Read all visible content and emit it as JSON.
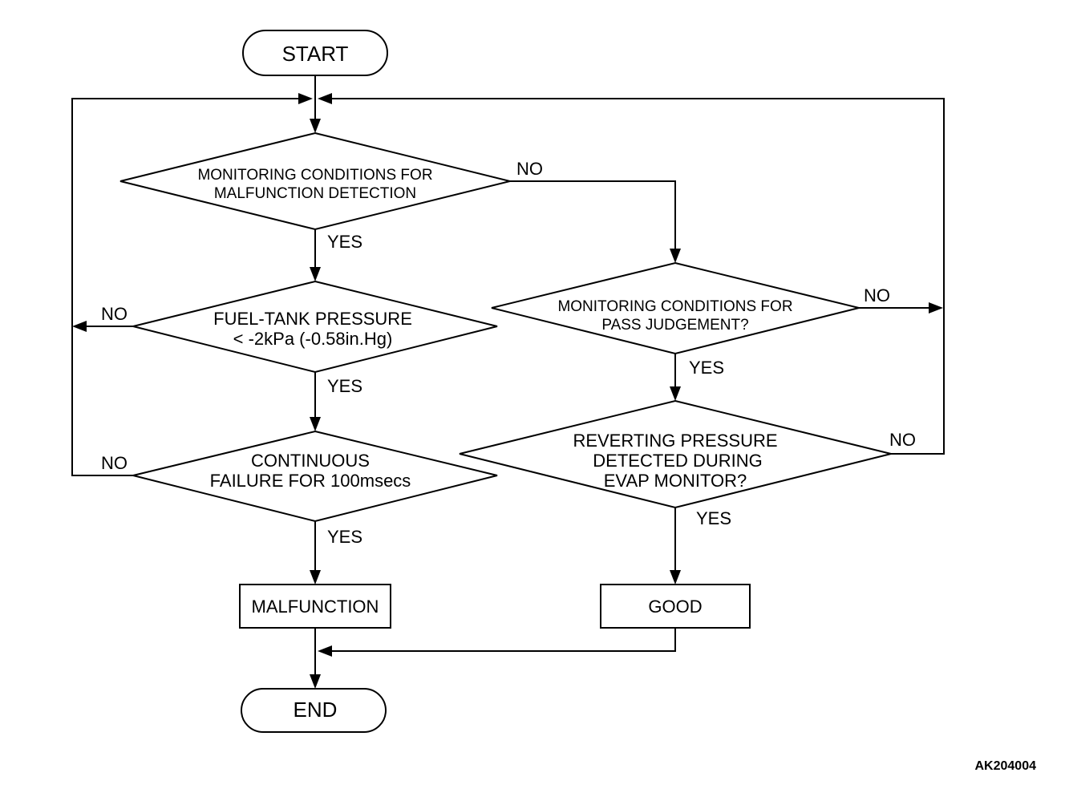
{
  "nodes": {
    "start": "START",
    "end": "END",
    "malfunction_detection": [
      "MONITORING CONDITIONS FOR",
      "MALFUNCTION DETECTION"
    ],
    "fuel_tank_pressure": [
      "FUEL-TANK PRESSURE",
      "< -2kPa (-0.58in.Hg)"
    ],
    "continuous_failure": [
      "CONTINUOUS",
      "FAILURE FOR 100msecs"
    ],
    "pass_judgement": [
      "MONITORING CONDITIONS FOR",
      "PASS JUDGEMENT?"
    ],
    "reverting_pressure": [
      "REVERTING PRESSURE",
      "DETECTED DURING",
      "EVAP MONITOR?"
    ],
    "malfunction": "MALFUNCTION",
    "good": "GOOD"
  },
  "labels": {
    "yes": "YES",
    "no": "NO"
  },
  "figure_code": "AK204004"
}
